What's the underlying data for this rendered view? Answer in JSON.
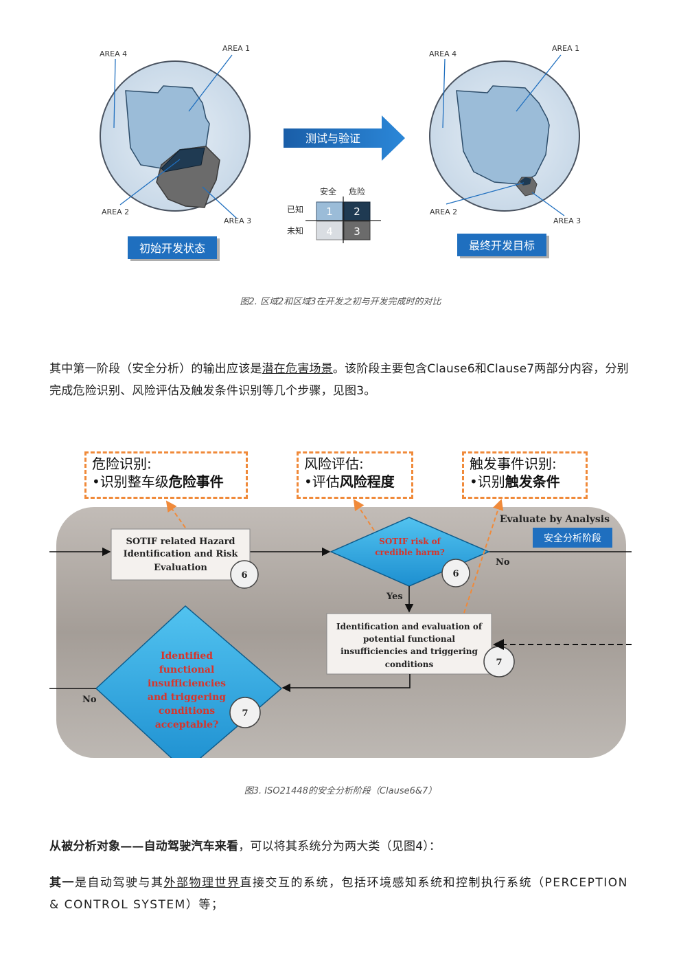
{
  "figure2": {
    "left_panel": {
      "area4": "AREA 4",
      "area1": "AREA 1",
      "area2": "AREA 2",
      "area3": "AREA 3",
      "label": "初始开发状态"
    },
    "arrow_label": "测试与验证",
    "legend": {
      "col_safe": "安全",
      "col_danger": "危险",
      "row_known": "已知",
      "row_unknown": "未知",
      "cell1": "1",
      "cell2": "2",
      "cell3": "3",
      "cell4": "4"
    },
    "right_panel": {
      "area4": "AREA 4",
      "area1": "AREA 1",
      "area2": "AREA 2",
      "area3": "AREA 3",
      "label": "最终开发目标"
    },
    "caption": "图2. 区域2和区域3在开发之初与开发完成时的对比"
  },
  "paragraph1": {
    "part1": "其中第一阶段（安全分析）的输出应该是",
    "underlined": "潜在危害场景",
    "part2": "。该阶段主要包含Clause6和Clause7两部分内容，分别完成危险识别、风险评估及触发条件识别等几个步骤，见图3。"
  },
  "figure3": {
    "callout1": {
      "title": "危险识别:",
      "prefix": "•识别整车级",
      "bold": "危险事件"
    },
    "callout2": {
      "title": "风险评估:",
      "prefix": "•评估",
      "bold": "风险程度"
    },
    "callout3": {
      "title": "触发事件识别:",
      "prefix": "•识别",
      "bold": "触发条件"
    },
    "evaluate_label": "Evaluate by Analysis",
    "phase_badge": "安全分析阶段",
    "box1": [
      "SOTIF related Hazard",
      "Identification and Risk",
      "Evaluation"
    ],
    "diamond1": [
      "SOTIF risk of",
      "credible harm?"
    ],
    "no1": "No",
    "yes": "Yes",
    "box2": [
      "Identification and evaluation of",
      "potential functional",
      "insufficiencies and triggering",
      "conditions"
    ],
    "diamond2": [
      "Identified",
      "functional",
      "insufficiencies",
      "and triggering",
      "conditions",
      "acceptable?"
    ],
    "no2": "No",
    "clause6": "6",
    "clause7": "7",
    "caption": "图3. ISO21448的安全分析阶段（Clause6&7）"
  },
  "paragraph2": {
    "bold": "从被分析对象——自动驾驶汽车来看",
    "rest": "，可以将其系统分为两大类（见图4）："
  },
  "paragraph3": {
    "bold": "其一",
    "part1": "是自动驾驶与其",
    "underlined": "外部物理世界",
    "part2": "直接交互的系统，包括环境感知系统和控制执行系统（PERCEPTION & CONTROL SYSTEM）等；"
  },
  "colors": {
    "area1": "#9bbcd8",
    "area2": "#1f3a52",
    "area3": "#6b6b6b",
    "circle": "#d6e4f0",
    "badge": "#1f6fbf",
    "diamond": "#2aa7e0",
    "callout_border": "#f08a3a",
    "flow_bg": "#a8a29d"
  }
}
